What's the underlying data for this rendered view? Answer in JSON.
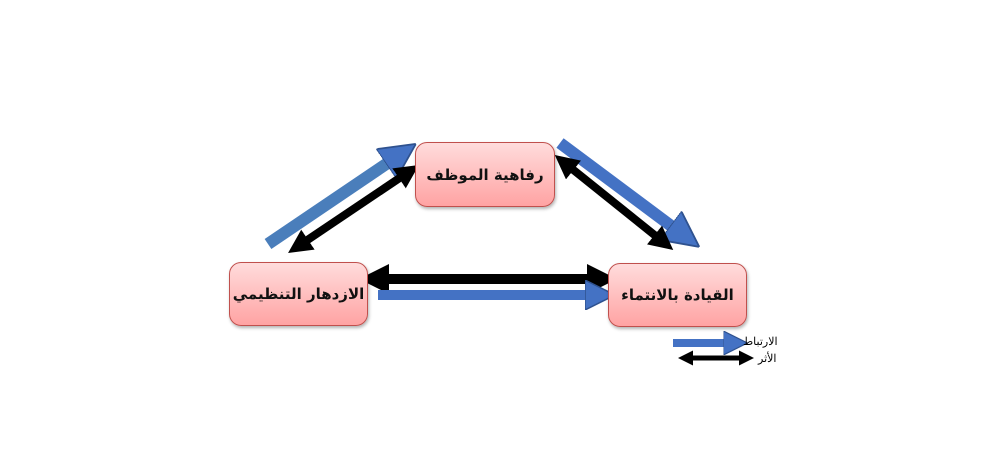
{
  "nodes": {
    "top": "رفاهية الموظف",
    "left": "الازدهار التنظيمي",
    "right": "القيادة بالانتماء"
  },
  "legend": {
    "correlation": "الارتباط",
    "effect": "الأثر"
  },
  "colors": {
    "correlation_arrow": "#4472C4",
    "effect_arrow": "#000000",
    "box_border": "#c0504d"
  }
}
